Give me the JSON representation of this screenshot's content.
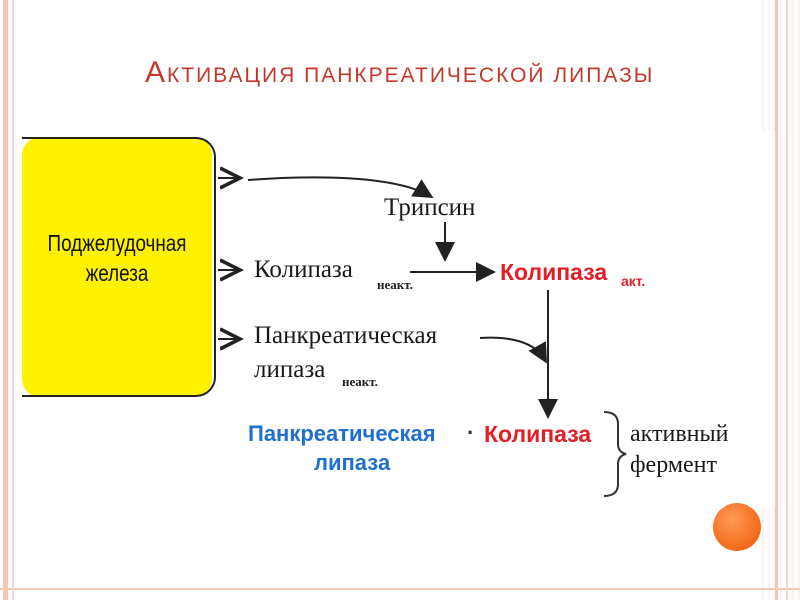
{
  "title": {
    "first_letter": "А",
    "rest": "ктивация панкреатической липазы"
  },
  "gland": {
    "line1": "Поджелудочная",
    "line2": "железа"
  },
  "nodes": {
    "trypsin": "Трипсин",
    "colipase_inactive": "Колипаза",
    "colipase_inactive_sub": "неакт.",
    "colipase_active": "Колипаза",
    "colipase_active_sub": "акт.",
    "pancreatic_lipase_line1": "Панкреатическая",
    "pancreatic_lipase_line2": "липаза",
    "pancreatic_lipase_sub": "неакт.",
    "complex_lipase_line1": "Панкреатическая",
    "complex_lipase_line2": "липаза",
    "complex_separator": "·",
    "complex_colipase": "Колипаза",
    "active_enzyme_line1": "активный",
    "active_enzyme_line2": "фермент"
  },
  "colors": {
    "title": "#c0392b",
    "gland_fill": "#fff200",
    "active_red": "#e31e24",
    "lipase_blue": "#1f6fd1",
    "accent_dot": "#f26a1b"
  }
}
